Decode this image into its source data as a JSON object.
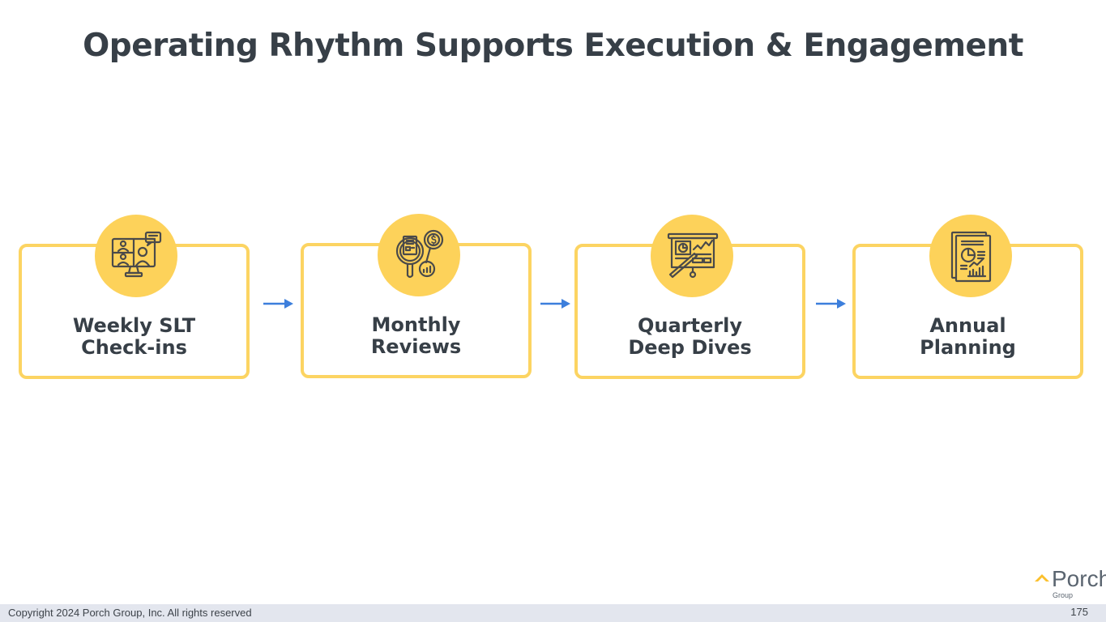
{
  "title": "Operating Rhythm Supports Execution & Engagement",
  "steps": [
    {
      "line1": "Weekly SLT",
      "line2": "Check-ins",
      "icon": "video-conference-icon"
    },
    {
      "line1": "Monthly",
      "line2": "Reviews",
      "icon": "financial-review-icon"
    },
    {
      "line1": "Quarterly",
      "line2": "Deep Dives",
      "icon": "presentation-board-icon"
    },
    {
      "line1": "Annual",
      "line2": "Planning",
      "icon": "report-document-icon"
    }
  ],
  "colors": {
    "accent": "#fdd25a",
    "border": "#fcd462",
    "arrow": "#3d7fdc",
    "text": "#373f47"
  },
  "footer": {
    "copyright": "Copyright 2024 Porch Group, Inc. All rights reserved",
    "page_number": "175"
  },
  "logo": {
    "name": "Porch",
    "sub": "Group"
  }
}
